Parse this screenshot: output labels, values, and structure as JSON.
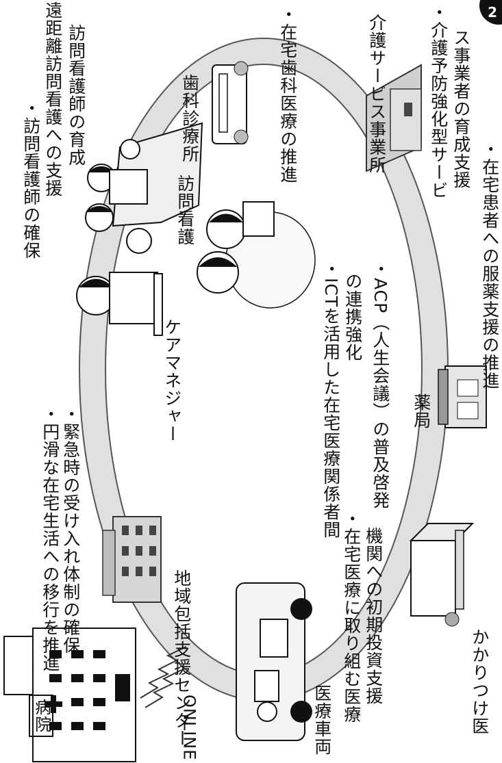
{
  "badge": {
    "number": "2"
  },
  "labels": {
    "hospital": "病院",
    "online": "ONLINE",
    "medical_vehicle": "医療車両",
    "community_center": "地域包括支援センター",
    "care_manager": "ケアマネジャー",
    "visiting_nurse": "訪問看護",
    "dental_clinic": "歯科診療所",
    "care_service": "介護サービス事業所",
    "pharmacy": "薬局",
    "family_doctor": "かかりつけ医"
  },
  "notes": {
    "hospital": [
      "・円滑な在宅生活への移行を推進",
      "・緊急時の受け入れ体制の確保"
    ],
    "nursing": [
      "・訪問看護師の確保",
      "遠距離訪問看護への支援",
      "訪問看護師の育成"
    ],
    "dental": "・在宅歯科医療の推進",
    "care_service": [
      "・介護予防強化型サービ",
      "ス事業者の育成支援"
    ],
    "pharmacy": "・在宅患者への服薬支援の推進",
    "investment": [
      "・在宅医療に取り組む医療",
      "機関への初期投資支援"
    ],
    "center": [
      "・ICTを活用した在宅医療関係者間",
      "の連携強化",
      "・ACP（人生会議）の普及啓発"
    ]
  },
  "colors": {
    "ring_fill": "#e9e9e9",
    "ring_stroke": "#555555",
    "ink": "#111111",
    "building": "#cfcfcf",
    "window": "#333333"
  }
}
